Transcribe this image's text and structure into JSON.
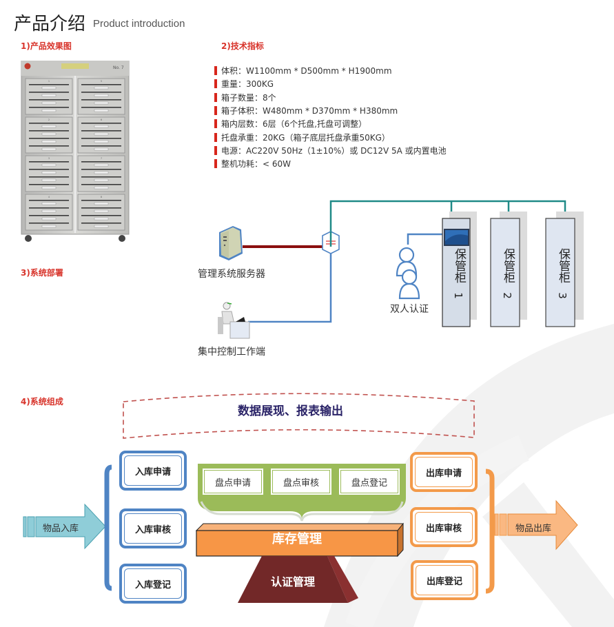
{
  "header": {
    "title": "产品介绍",
    "subtitle": "Product introduction"
  },
  "sections": {
    "product_image": "1)产品效果图",
    "tech_specs": "2)技术指标",
    "deployment": "3)系统部署",
    "composition": "4)系统组成"
  },
  "cabinet_photo": {
    "brand_plate": "No. 7",
    "compartment_numbers": [
      "1",
      "2",
      "3",
      "4",
      "5",
      "6",
      "7",
      "8"
    ]
  },
  "specs": [
    "体积：W1100mm * D500mm * H1900mm",
    "重量：300KG",
    "箱子数量：8个",
    "箱子体积：W480mm * D370mm * H380mm",
    "箱内层数：6层（6个托盘,托盘可调整）",
    "托盘承重：20KG（箱子底层托盘承重50KG）",
    "电源：AC220V 50Hz（1±10%）或 DC12V 5A 或内置电池",
    "整机功耗：< 60W"
  ],
  "deployment": {
    "server_label": "管理系统服务器",
    "workstation_label": "集中控制工作端",
    "dual_auth_label": "双人认证",
    "cabinets": [
      {
        "label": "保管柜",
        "number": "1"
      },
      {
        "label": "保管柜",
        "number": "2"
      },
      {
        "label": "保管柜",
        "number": "3"
      }
    ],
    "colors": {
      "network_line": "#1f8a87",
      "server_line": "#8b0f0f",
      "client_line": "#4f84c4"
    }
  },
  "composition": {
    "banner": "数据展现、报表输出",
    "inbound_arrow": "物品入库",
    "outbound_arrow": "物品出库",
    "inbound_steps": [
      "入库申请",
      "入库审核",
      "入库登记"
    ],
    "inventory_steps": [
      "盘点申请",
      "盘点审核",
      "盘点登记"
    ],
    "outbound_steps": [
      "出库申请",
      "出库审核",
      "出库登记"
    ],
    "inventory_management": "库存管理",
    "auth_management": "认证管理",
    "colors": {
      "inbound": "#4f84c4",
      "inventory": "#9bbb59",
      "outbound": "#f39a4a",
      "inventory_bar": "#f79646",
      "auth_base": "#722828",
      "banner_text": "#2b2468",
      "banner_border": "#c0504d"
    }
  }
}
